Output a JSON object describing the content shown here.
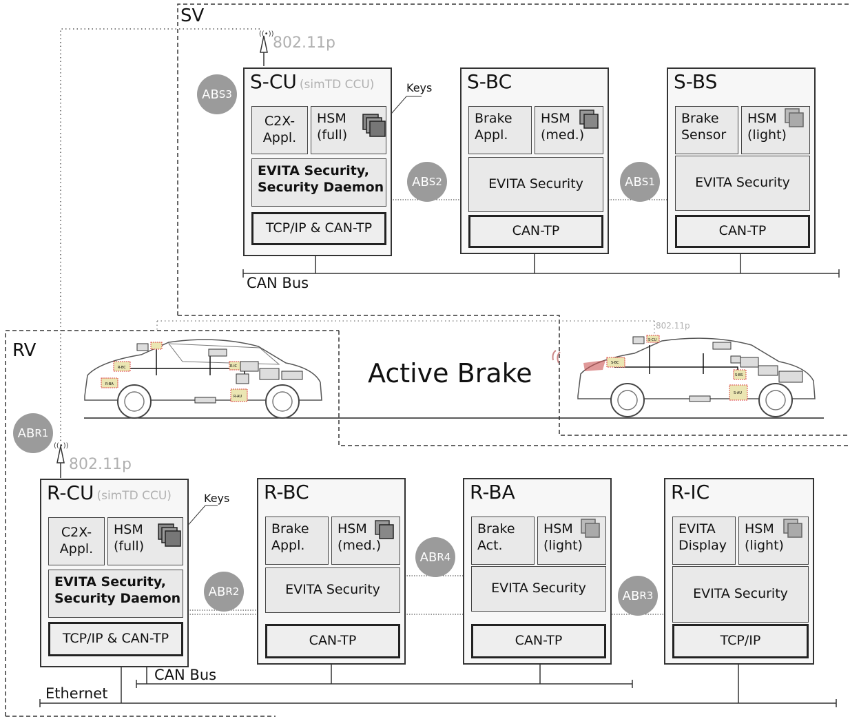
{
  "groups": {
    "sv": "SV",
    "rv": "RV"
  },
  "scenario": "Active Brake",
  "radio_label": "802.11p",
  "keys_label": "Keys",
  "bus": {
    "can_top": "CAN Bus",
    "can_bottom": "CAN Bus",
    "ethernet": "Ethernet"
  },
  "sender": {
    "scu": {
      "title": "S-CU",
      "subtitle": "(simTD CCU)",
      "c2x": "C2X-\nAppl.",
      "hsm": "HSM\n(full)",
      "security": "EVITA Security,\nSecurity Daemon",
      "transport": "TCP/IP & CAN-TP"
    },
    "sbc": {
      "title": "S-BC",
      "appl": "Brake\nAppl.",
      "hsm": "HSM\n(med.)",
      "security": "EVITA Security",
      "transport": "CAN-TP"
    },
    "sbs": {
      "title": "S-BS",
      "appl": "Brake\nSensor",
      "hsm": "HSM\n(light)",
      "security": "EVITA Security",
      "transport": "CAN-TP"
    }
  },
  "receiver": {
    "rcu": {
      "title": "R-CU",
      "subtitle": "(simTD CCU)",
      "c2x": "C2X-\nAppl.",
      "hsm": "HSM\n(full)",
      "security": "EVITA Security,\nSecurity Daemon",
      "transport": "TCP/IP & CAN-TP"
    },
    "rbc": {
      "title": "R-BC",
      "appl": "Brake\nAppl.",
      "hsm": "HSM\n(med.)",
      "security": "EVITA Security",
      "transport": "CAN-TP"
    },
    "rba": {
      "title": "R-BA",
      "appl": "Brake\nAct.",
      "hsm": "HSM\n(light)",
      "security": "EVITA Security",
      "transport": "CAN-TP"
    },
    "ric": {
      "title": "R-IC",
      "appl": "EVITA\nDisplay",
      "hsm": "HSM\n(light)",
      "security": "EVITA Security",
      "transport": "TCP/IP"
    }
  },
  "badges": {
    "s3": {
      "main": "AB",
      "sub": "S3"
    },
    "s2": {
      "main": "AB",
      "sub": "S2"
    },
    "s1": {
      "main": "AB",
      "sub": "S1"
    },
    "r1": {
      "main": "AB",
      "sub": "R1"
    },
    "r2": {
      "main": "AB",
      "sub": "R2"
    },
    "r4": {
      "main": "AB",
      "sub": "R4"
    },
    "r3": {
      "main": "AB",
      "sub": "R3"
    }
  },
  "car_labels": {
    "rv": [
      "R-BC",
      "R-BA",
      "R-IC",
      "R-AU"
    ],
    "sv": [
      "S-BC",
      "S-CU",
      "S-BS",
      "S-AU"
    ]
  },
  "colors": {
    "badge": "#9b9b9b",
    "ecu_border": "#333333",
    "radio_text": "#b0b0b0"
  }
}
